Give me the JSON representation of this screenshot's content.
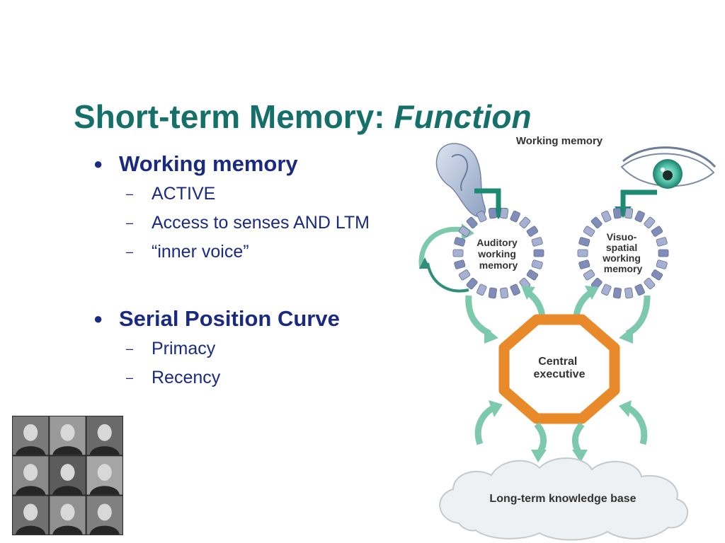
{
  "slide": {
    "title_main": "Short-term Memory: ",
    "title_emphasis": "Function"
  },
  "bullets": [
    {
      "label": "Working memory",
      "subitems": [
        "ACTIVE",
        "Access to senses AND LTM",
        "“inner voice”"
      ]
    },
    {
      "label": "Serial Position Curve",
      "subitems": [
        "Primacy",
        "Recency"
      ]
    }
  ],
  "diagram": {
    "header": "Working memory",
    "auditory": [
      "Auditory",
      "working",
      "memory"
    ],
    "visuospatial": [
      "Visuo-",
      "spatial",
      "working",
      "memory"
    ],
    "central": [
      "Central",
      "executive"
    ],
    "ltm": "Long-term knowledge base",
    "colors": {
      "teal": "#16706a",
      "arrow": "#7cc9ae",
      "arrow_dark": "#2f8f78",
      "executive": "#e98a2a",
      "bead": "#8e9bc2"
    }
  }
}
